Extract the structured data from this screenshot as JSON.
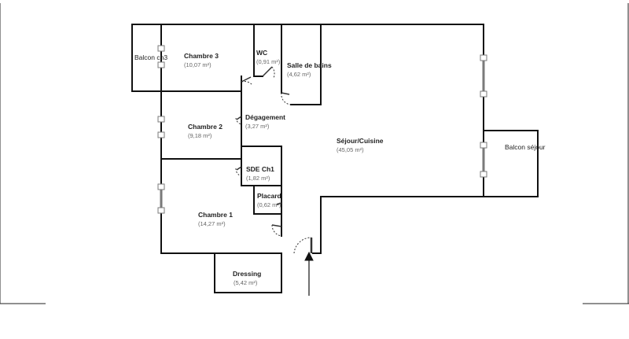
{
  "plan": {
    "rooms": {
      "chambre3": {
        "name": "Chambre 3",
        "area": "(10,07 m²)"
      },
      "wc": {
        "name": "WC",
        "area": "(0,91 m²)"
      },
      "salle_de_bains": {
        "name": "Salle de bains",
        "area": "(4,62 m²)"
      },
      "degagement": {
        "name": "Dégagement",
        "area": "(3,27 m²)"
      },
      "chambre2": {
        "name": "Chambre 2",
        "area": "(9,18 m²)"
      },
      "sejour_cuisine": {
        "name": "Séjour/Cuisine",
        "area": "(45,05 m²)"
      },
      "sde_ch1": {
        "name": "SDE Ch1",
        "area": "(1,82 m²)"
      },
      "placard": {
        "name": "Placard",
        "area": "(0,62 m²)"
      },
      "chambre1": {
        "name": "Chambre 1",
        "area": "(14,27 m²)"
      },
      "dressing": {
        "name": "Dressing",
        "area": "(5,42 m²)"
      }
    },
    "balconies": {
      "balcon_ch3": "Balcon ch3",
      "balcon_sejour": "Balcon séjour"
    },
    "colors": {
      "wall": "#111111",
      "window": "#7a7a7a",
      "door": "#333333"
    }
  }
}
